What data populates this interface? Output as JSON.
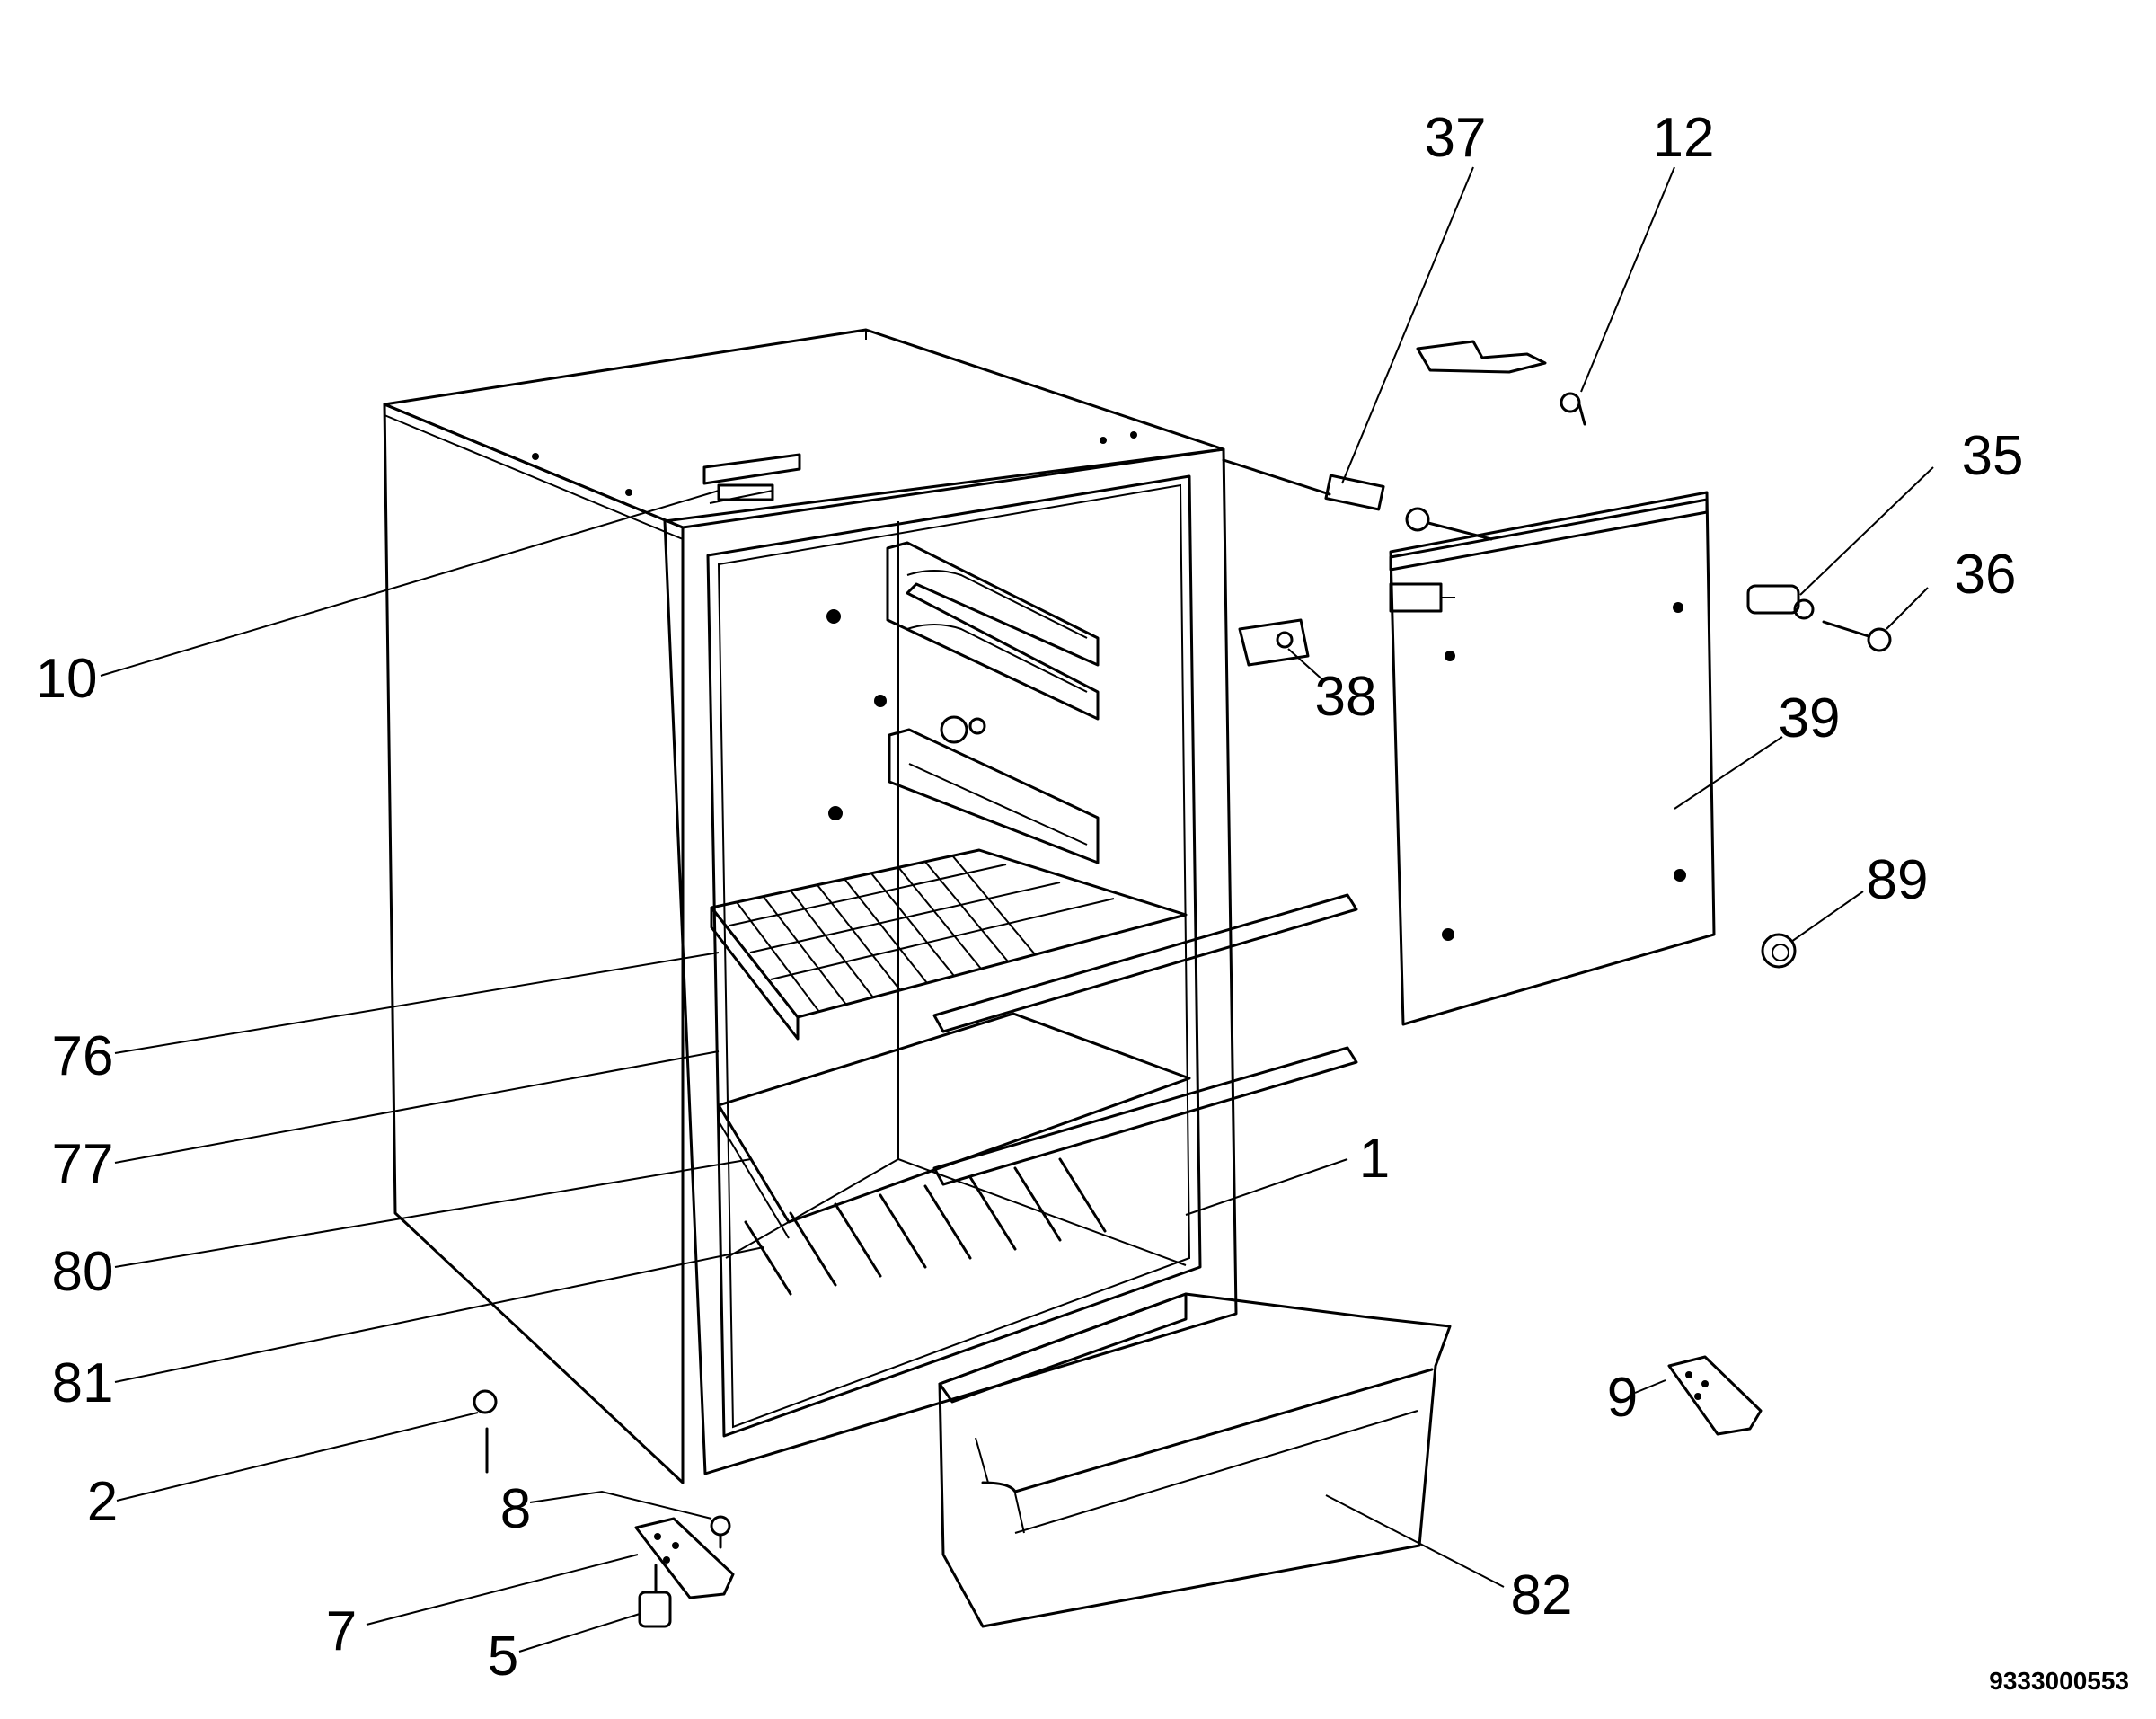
{
  "diagram": {
    "callouts": [
      {
        "id": "37",
        "label": "37"
      },
      {
        "id": "12",
        "label": "12"
      },
      {
        "id": "35",
        "label": "35"
      },
      {
        "id": "36",
        "label": "36"
      },
      {
        "id": "10",
        "label": "10"
      },
      {
        "id": "38",
        "label": "38"
      },
      {
        "id": "39",
        "label": "39"
      },
      {
        "id": "89",
        "label": "89"
      },
      {
        "id": "76",
        "label": "76"
      },
      {
        "id": "77",
        "label": "77"
      },
      {
        "id": "1",
        "label": "1"
      },
      {
        "id": "80",
        "label": "80"
      },
      {
        "id": "81",
        "label": "81"
      },
      {
        "id": "9",
        "label": "9"
      },
      {
        "id": "2",
        "label": "2"
      },
      {
        "id": "8",
        "label": "8"
      },
      {
        "id": "82",
        "label": "82"
      },
      {
        "id": "7",
        "label": "7"
      },
      {
        "id": "5",
        "label": "5"
      }
    ],
    "document_code": "9333000553"
  }
}
